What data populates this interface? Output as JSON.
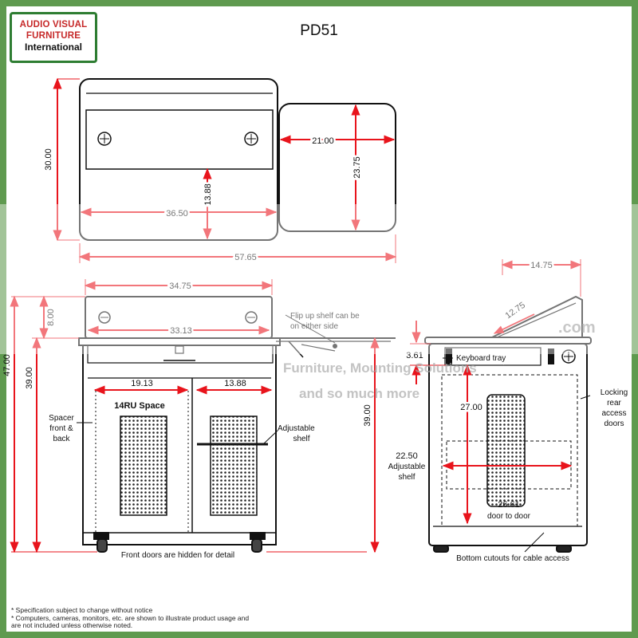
{
  "logo": {
    "line1": "AUDIO VISUAL",
    "line2": "FURNITURE",
    "line3": "International"
  },
  "model": "PD51",
  "colors": {
    "border": "#5f9a4f",
    "dimension": "#e8141c",
    "outline": "#111111",
    "logo_red": "#c62828",
    "logo_green": "#2e7d32"
  },
  "dimensions": {
    "top_depth": "30.00",
    "top_width": "36.50",
    "top_inner_depth": "13.88",
    "shelf_width": "21.00",
    "shelf_depth": "23.75",
    "overall_width": "57.65",
    "front_top_width": "34.75",
    "front_inner_width": "33.13",
    "front_riser_height": "8.00",
    "overall_height": "47.00",
    "work_height": "39.00",
    "left_bay_width": "19.13",
    "right_bay_width": "13.88",
    "shelf_height": "39.00",
    "side_top_depth": "14.75",
    "side_slope": "12.75",
    "keyboard_drop": "3.61",
    "cabinet_height": "27.00",
    "shelf_depth_adj": "22.50",
    "door_to_door": "26.61"
  },
  "labels": {
    "rack_space": "14RU Space",
    "flip_up_1": "Flip up shelf can be",
    "flip_up_2": "on either side",
    "spacer_1": "Spacer",
    "spacer_2": "front &",
    "spacer_3": "back",
    "adjustable_1": "Adjustable",
    "adjustable_2": "shelf",
    "front_doors": "Front doors are hidden for detail",
    "keyboard_tray": "Keyboard tray",
    "locking_1": "Locking",
    "locking_2": "rear",
    "locking_3": "access",
    "locking_4": "doors",
    "adj_shelf_1": "Adjustable",
    "adj_shelf_2": "shelf",
    "door_to_door": "door to door",
    "bottom_cutouts": "Bottom cutouts for cable access"
  },
  "footnotes": {
    "line1": "* Specification subject to change without notice",
    "line2": "* Computers, cameras, monitors, etc. are shown to illustrate product usage and",
    "line3": "are not included unless otherwise noted."
  },
  "watermark": {
    "site": ".com",
    "tag1": "Furniture, Mounting Solutions",
    "tag2": "and so much more"
  }
}
